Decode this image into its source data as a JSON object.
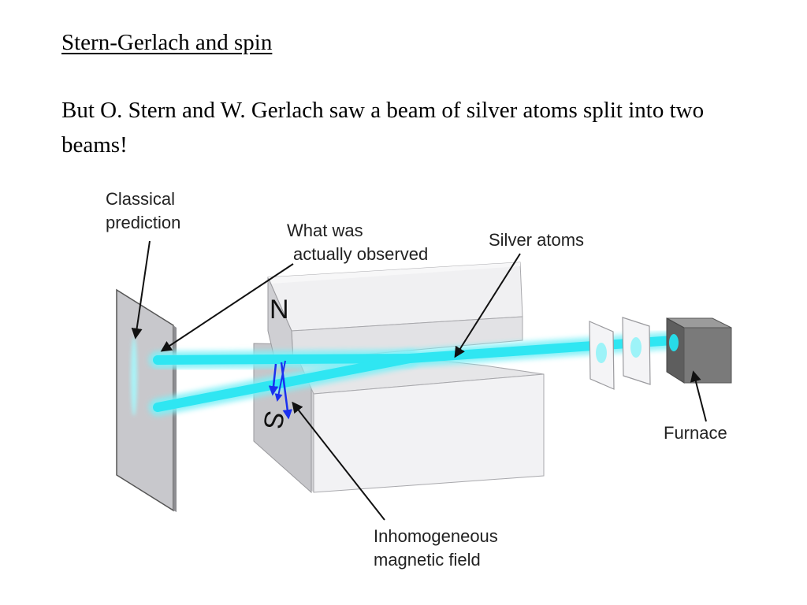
{
  "slide": {
    "title": "Stern-Gerlach and spin",
    "body": "But O. Stern and W. Gerlach saw a beam of silver atoms split into two beams!"
  },
  "diagram": {
    "labels": {
      "classical_line1": "Classical",
      "classical_line2": "prediction",
      "observed_line1": "What was",
      "observed_line2": "actually observed",
      "silver_atoms": "Silver atoms",
      "furnace": "Furnace",
      "field_line1": "Inhomogeneous",
      "field_line2": "magnetic field"
    },
    "poles": {
      "north": "N",
      "south": "S"
    },
    "colors": {
      "beam": "#2fe6f2",
      "field_arrows": "#1a2ff0",
      "screen": "#c8c8cc",
      "magnet": "#eeeef0",
      "furnace": "#7a7a7a"
    }
  }
}
